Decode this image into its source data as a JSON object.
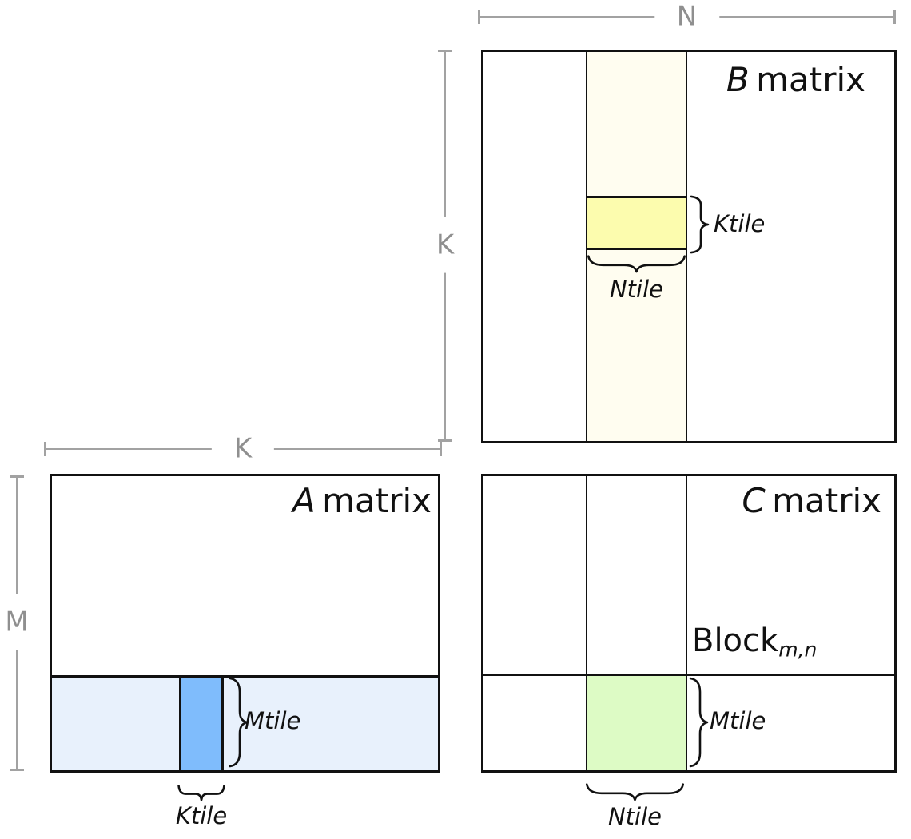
{
  "colors": {
    "matrix_border": "#111111",
    "dimension_line": "#a2a2a2",
    "dimension_label": "#8f8f8f",
    "b_strip_fill": "#fffdf0",
    "b_tile_fill": "#fcfcae",
    "a_strip_fill": "#e8f1fc",
    "a_tile_fill": "#7fbcfc",
    "c_tile_fill": "#ddfbc5"
  },
  "dim_labels": {
    "n": "N",
    "k_b": "K",
    "k_a": "K",
    "m": "M"
  },
  "b_matrix": {
    "letter": "B",
    "word": "matrix",
    "ktile": "Ktile",
    "ntile": "Ntile"
  },
  "a_matrix": {
    "letter": "A",
    "word": "matrix",
    "mtile": "Mtile",
    "ktile": "Ktile"
  },
  "c_matrix": {
    "letter": "C",
    "word": "matrix",
    "block": "Block",
    "block_sub": "m,n",
    "mtile": "Mtile",
    "ntile": "Ntile"
  }
}
